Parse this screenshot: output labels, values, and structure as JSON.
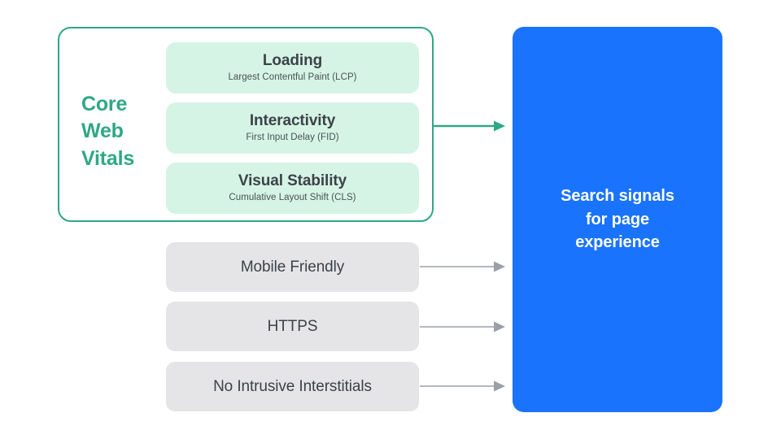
{
  "diagram": {
    "title": "Search signals for page experience",
    "colors": {
      "accent_green": "#2ea885",
      "card_green": "#d5f4e5",
      "card_gray": "#e5e5e7",
      "accent_blue": "#1a73fd",
      "arrow_gray": "#9aa0a6",
      "text_dark": "#3c4248"
    },
    "core_web_vitals": {
      "label": "Core\nWeb\nVitals",
      "label_lines": [
        "Core",
        "Web",
        "Vitals"
      ],
      "metrics": [
        {
          "title": "Loading",
          "subtitle": "Largest Contentful Paint (LCP)"
        },
        {
          "title": "Interactivity",
          "subtitle": "First Input Delay (FID)"
        },
        {
          "title": "Visual Stability",
          "subtitle": "Cumulative Layout Shift (CLS)"
        }
      ]
    },
    "other_signals": [
      {
        "label": "Mobile Friendly"
      },
      {
        "label": "HTTPS"
      },
      {
        "label": "No Intrusive Interstitials"
      }
    ],
    "destination": {
      "text": "Search signals\nfor page\nexperience"
    },
    "connectors": [
      {
        "name": "core-web-vitals-arrow",
        "color": "#2ea885"
      },
      {
        "name": "mobile-friendly-arrow",
        "color": "#9aa0a6"
      },
      {
        "name": "https-arrow",
        "color": "#9aa0a6"
      },
      {
        "name": "no-intrusive-interstitials-arrow",
        "color": "#9aa0a6"
      }
    ]
  }
}
